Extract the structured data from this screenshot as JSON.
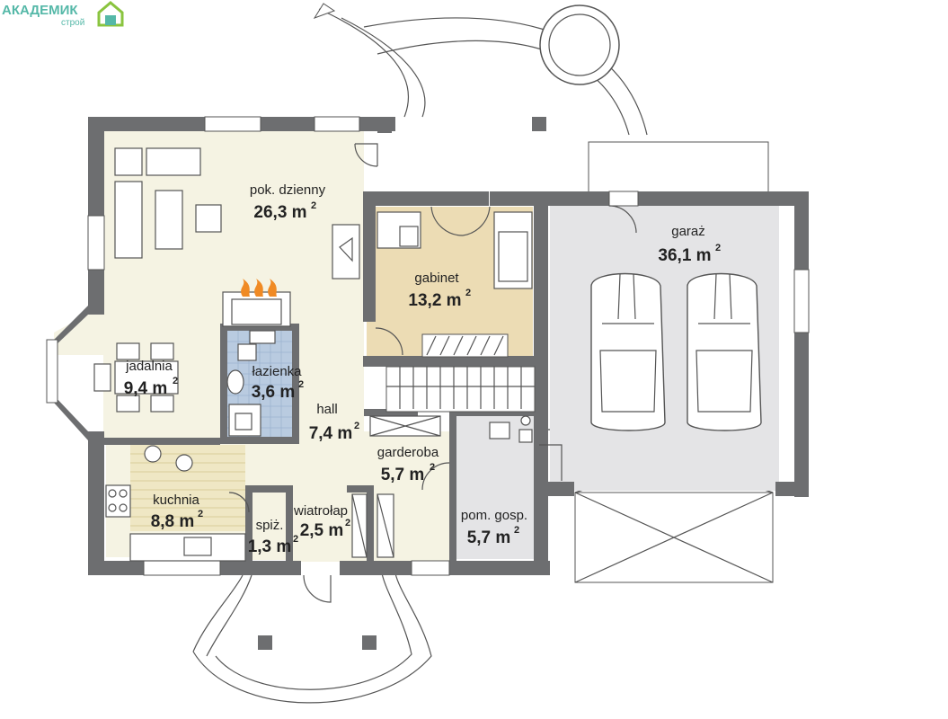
{
  "logo": {
    "word": "АКАДЕМИК",
    "sub": "строй"
  },
  "rooms": [
    {
      "id": "pok-dzienny",
      "name": "pok. dzienny",
      "area": "26,3 m",
      "sup": "2"
    },
    {
      "id": "jadalnia",
      "name": "jadalnia",
      "area": "9,4 m",
      "sup": "2"
    },
    {
      "id": "lazienka",
      "name": "łazienka",
      "area": "3,6 m",
      "sup": "2"
    },
    {
      "id": "hall",
      "name": "hall",
      "area": "7,4 m",
      "sup": "2"
    },
    {
      "id": "gabinet",
      "name": "gabinet",
      "area": "13,2 m",
      "sup": "2"
    },
    {
      "id": "garaz",
      "name": "garaż",
      "area": "36,1 m",
      "sup": "2"
    },
    {
      "id": "garderoba",
      "name": "garderoba",
      "area": "5,7 m",
      "sup": "2"
    },
    {
      "id": "kuchnia",
      "name": "kuchnia",
      "area": "8,8 m",
      "sup": "2"
    },
    {
      "id": "spiz",
      "name": "spiż.",
      "area": "1,3 m",
      "sup": "2"
    },
    {
      "id": "wiatrolap",
      "name": "wiatrołap",
      "area": "2,5 m",
      "sup": "2"
    },
    {
      "id": "pom-gosp",
      "name": "pom. gosp.",
      "area": "5,7 m",
      "sup": "2"
    }
  ],
  "colors": {
    "wall": "#6d6e70",
    "floor_living": "#f5f3e3",
    "floor_study": "#ecdcb4",
    "floor_garage": "#e4e4e6",
    "floor_bath": "#b9cbe0",
    "logo": "#55b8a8"
  }
}
